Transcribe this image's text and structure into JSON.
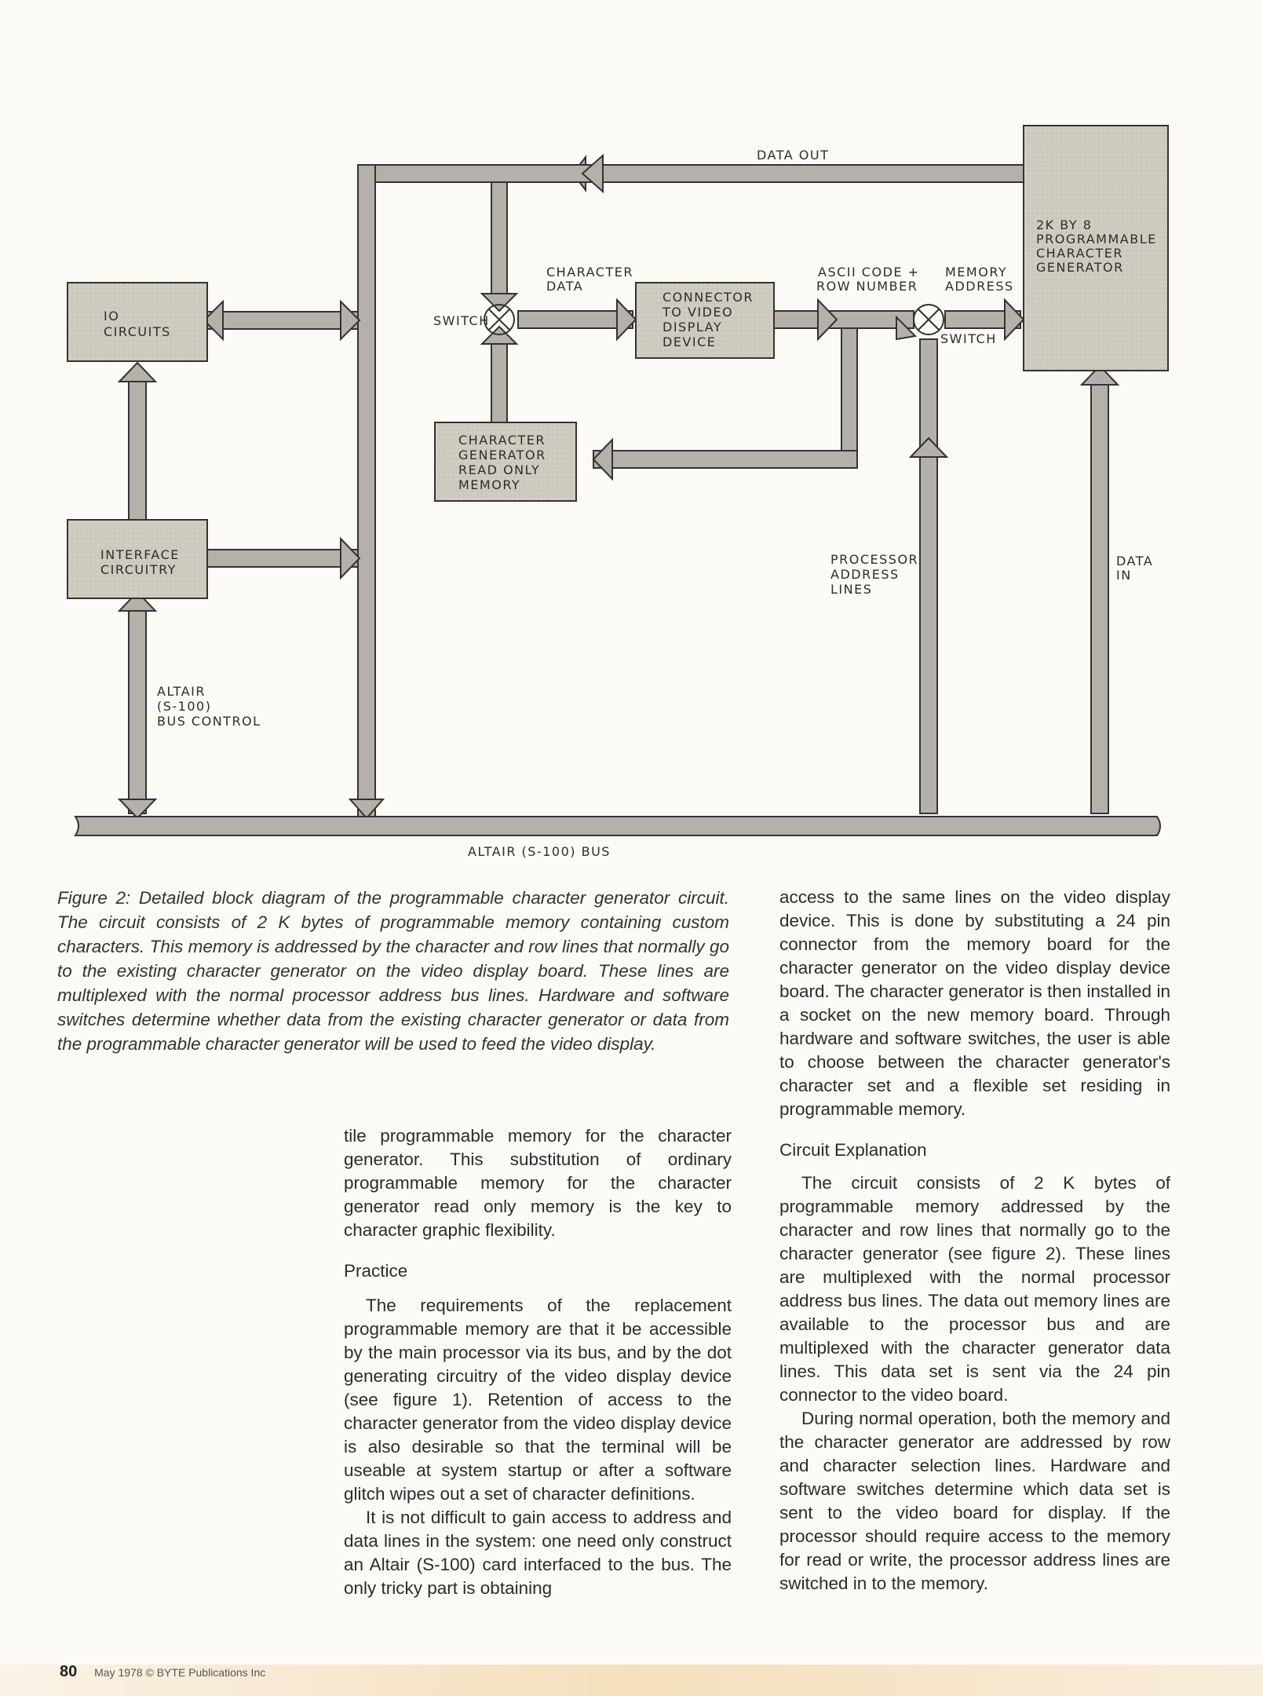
{
  "diagram": {
    "data_out": "DATA OUT",
    "char_gen_prog": [
      "2K BY 8",
      "PROGRAMMABLE",
      "CHARACTER",
      "GENERATOR"
    ],
    "io_circuits": [
      "IO",
      "CIRCUITS"
    ],
    "character_data": [
      "CHARACTER",
      "DATA"
    ],
    "switch_left": "SWITCH",
    "connector": [
      "CONNECTOR",
      "TO VIDEO",
      "DISPLAY",
      "DEVICE"
    ],
    "ascii_code": [
      "ASCII CODE +",
      "ROW NUMBER"
    ],
    "memory_address": [
      "MEMORY",
      "ADDRESS"
    ],
    "switch_right": "SWITCH",
    "char_gen_rom": [
      "CHARACTER",
      "GENERATOR",
      "READ ONLY",
      "MEMORY"
    ],
    "interface": [
      "INTERFACE",
      "CIRCUITRY"
    ],
    "processor_address": [
      "PROCESSOR",
      "ADDRESS",
      "LINES"
    ],
    "data_in": [
      "DATA",
      "IN"
    ],
    "bus_control": [
      "ALTAIR",
      "(S-100)",
      "BUS CONTROL"
    ],
    "bus": "ALTAIR (S-100) BUS"
  },
  "caption": "Figure 2: Detailed block diagram of the programmable character generator circuit. The circuit consists of 2 K bytes of programmable memory containing custom characters. This memory is addressed by the character and row lines that normally go to the existing character generator on the video display board. These lines are multiplexed with the normal processor address bus lines. Hardware and software switches determine whether data from the existing character generator or data from the programmable character generator will be used to feed the video display.",
  "middle_column": {
    "p1": "tile programmable memory for the character generator. This substitution of ordinary programmable memory for the character generator read only memory is the key to character graphic flexibility.",
    "h_practice": "Practice",
    "p2": "The requirements of the replacement programmable memory are that it be accessible by the main processor via its bus, and by the dot generating circuitry of the video display device (see figure 1). Retention of access to the character generator from the video display device is also desirable so that the terminal will be useable at system startup or after a software glitch wipes out a set of character definitions.",
    "p3": "It is not difficult to gain access to address and data lines in the system: one need only construct an Altair (S-100) card interfaced to the bus. The only tricky part is obtaining"
  },
  "right_column": {
    "p1": "access to the same lines on the video display device. This is done by substituting a 24 pin connector from the memory board for the character generator on the video display device board. The character generator is then installed in a socket on the new memory board. Through hardware and software switches, the user is able to choose between the character generator's character set and a flexible set residing in programmable memory.",
    "h_circuit": "Circuit Explanation",
    "p2": "The circuit consists of 2 K bytes of programmable memory addressed by the character and row lines that normally go to the character generator (see figure 2). These lines are multiplexed with the normal processor address bus lines. The data out memory lines are available to the processor bus and are multiplexed with the character generator data lines. This data set is sent via the 24 pin connector to the video board.",
    "p3": "During normal operation, both the memory and the character generator are addressed by row and character selection lines. Hardware and software switches determine which data set is sent to the video board for display. If the processor should require access to the memory for read or write, the processor address lines are switched in to the memory."
  },
  "footer": {
    "page_number": "80",
    "text": "May 1978 © BYTE Publications Inc"
  }
}
